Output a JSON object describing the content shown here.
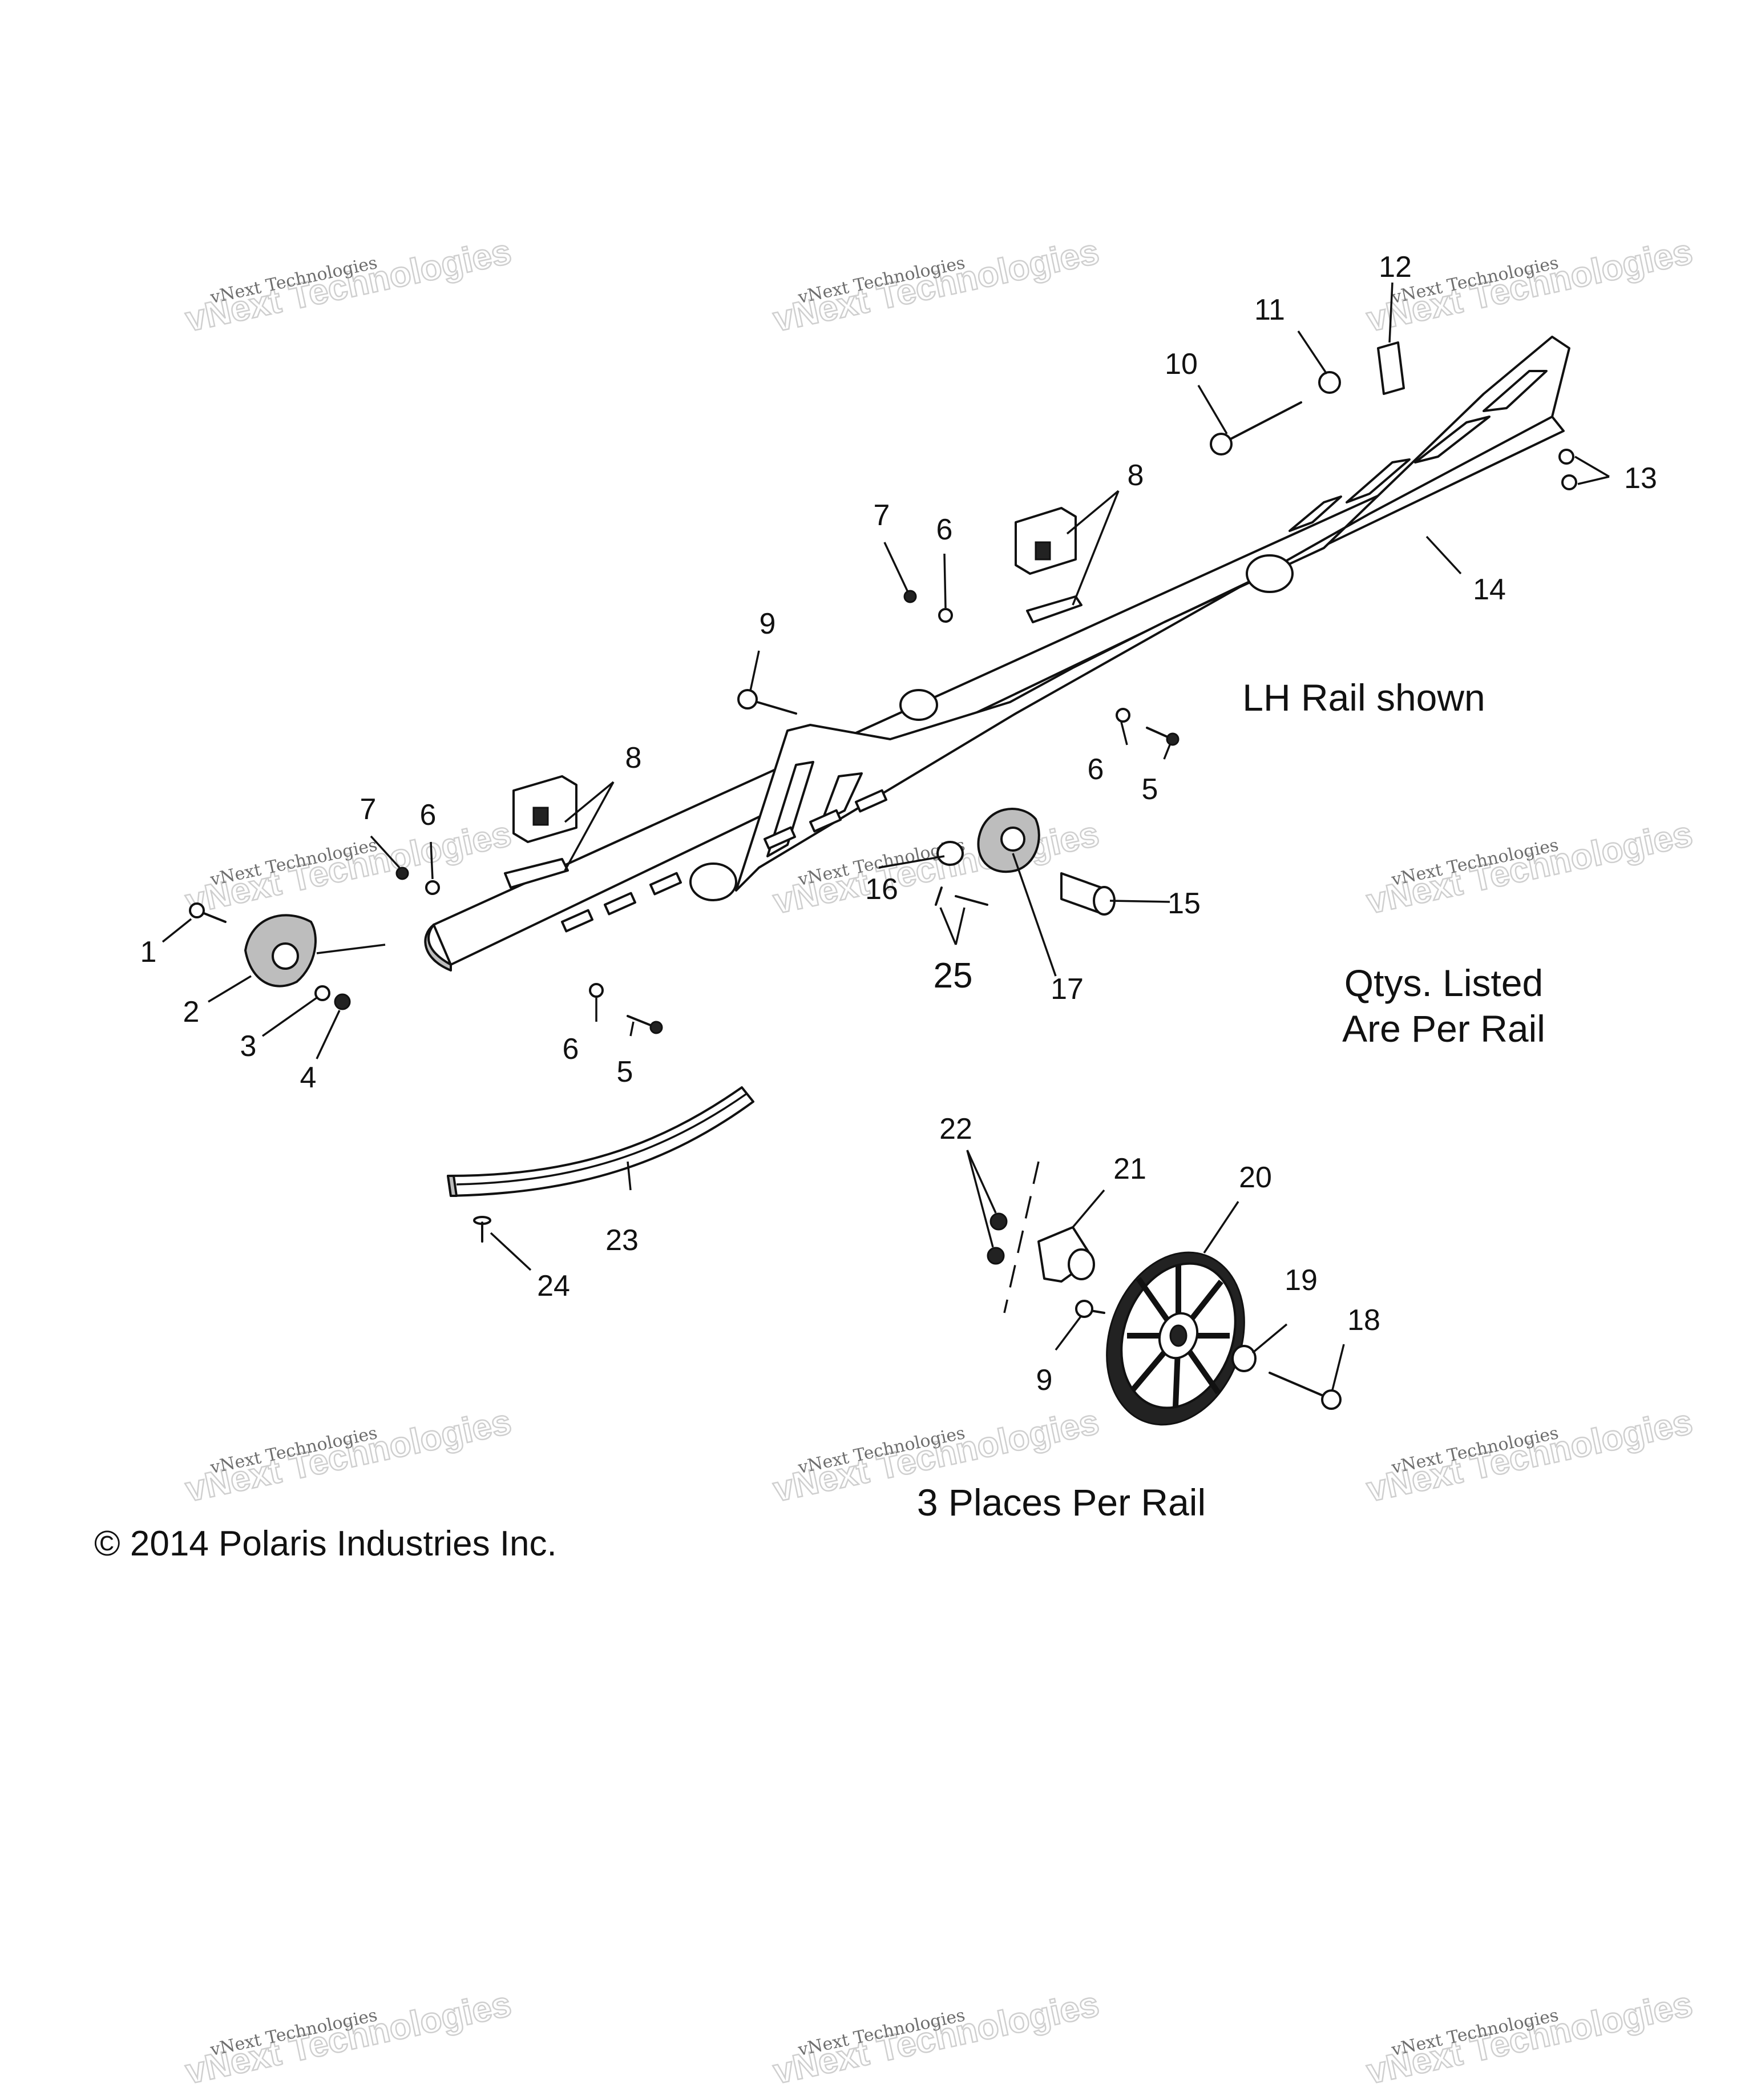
{
  "title": "",
  "notes": {
    "rail_shown": "LH Rail shown",
    "qty_line1": "Qtys. Listed",
    "qty_line2": "Are Per Rail",
    "places": "3 Places Per Rail",
    "copyright": "© 2014 Polaris Industries Inc."
  },
  "watermark": {
    "small": "vNext Technologies",
    "big": "vNext Technologies"
  },
  "callouts": [
    "1",
    "2",
    "3",
    "4",
    "5",
    "5",
    "6",
    "6",
    "6",
    "6",
    "7",
    "7",
    "8",
    "8",
    "9",
    "9",
    "10",
    "11",
    "12",
    "13",
    "14",
    "15",
    "16",
    "17",
    "18",
    "19",
    "20",
    "21",
    "22",
    "23",
    "24",
    "25"
  ],
  "colors": {
    "ink": "#111111",
    "watermark": "#cfcfcf"
  }
}
